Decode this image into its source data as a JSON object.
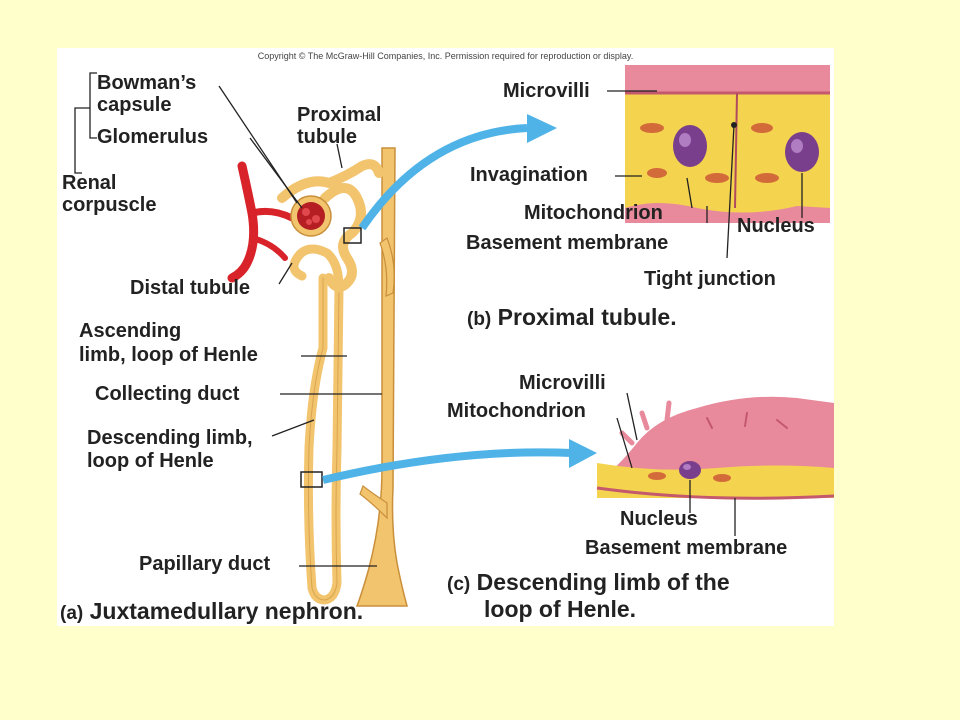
{
  "copyright": "Copyright © The McGraw-Hill Companies, Inc. Permission required for reproduction or display.",
  "panel_a": {
    "labels": {
      "bowmans_capsule": [
        "Bowman’s",
        "capsule"
      ],
      "glomerulus": "Glomerulus",
      "renal_corpuscle": [
        "Renal",
        "corpuscle"
      ],
      "proximal_tubule": [
        "Proximal",
        "tubule"
      ],
      "distal_tubule": "Distal tubule",
      "ascending_limb": [
        "Ascending",
        "limb, loop of Henle"
      ],
      "collecting_duct": "Collecting duct",
      "descending_limb": [
        "Descending limb,",
        "loop of Henle"
      ],
      "papillary_duct": "Papillary duct"
    },
    "caption_tag": "(a)",
    "caption": "Juxtamedullary nephron."
  },
  "panel_b": {
    "labels": {
      "microvilli": "Microvilli",
      "invagination": "Invagination",
      "mitochondrion": "Mitochondrion",
      "basement_membrane": "Basement membrane",
      "nucleus": "Nucleus",
      "tight_junction": "Tight junction"
    },
    "caption_tag": "(b)",
    "caption": "Proximal tubule."
  },
  "panel_c": {
    "labels": {
      "microvilli": "Microvilli",
      "mitochondrion": "Mitochondrion",
      "nucleus": "Nucleus",
      "basement_membrane": "Basement membrane"
    },
    "caption_tag": "(c)",
    "caption": [
      "Descending limb of the",
      "loop of Henle."
    ]
  },
  "colors": {
    "slide_background": "#ffffcc",
    "tubule": "#f2c46e",
    "tubule_shadow": "#d9a24a",
    "blood_vessel": "#d8232a",
    "glomerulus": "#b51f24",
    "arrow": "#4fb3e8",
    "cell_cytoplasm": "#f4d34f",
    "cell_surface": "#e88a9c",
    "nucleus": "#7a3f8c"
  }
}
